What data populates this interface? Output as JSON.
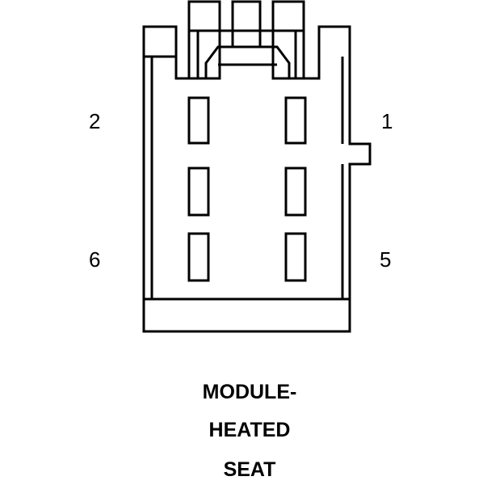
{
  "pin_labels": {
    "top_left": "2",
    "top_right": "1",
    "bottom_left": "6",
    "bottom_right": "5"
  },
  "caption": {
    "line1": "MODULE-",
    "line2": "HEATED",
    "line3": "SEAT"
  },
  "colors": {
    "ink": "#000000",
    "background": "#ffffff"
  }
}
